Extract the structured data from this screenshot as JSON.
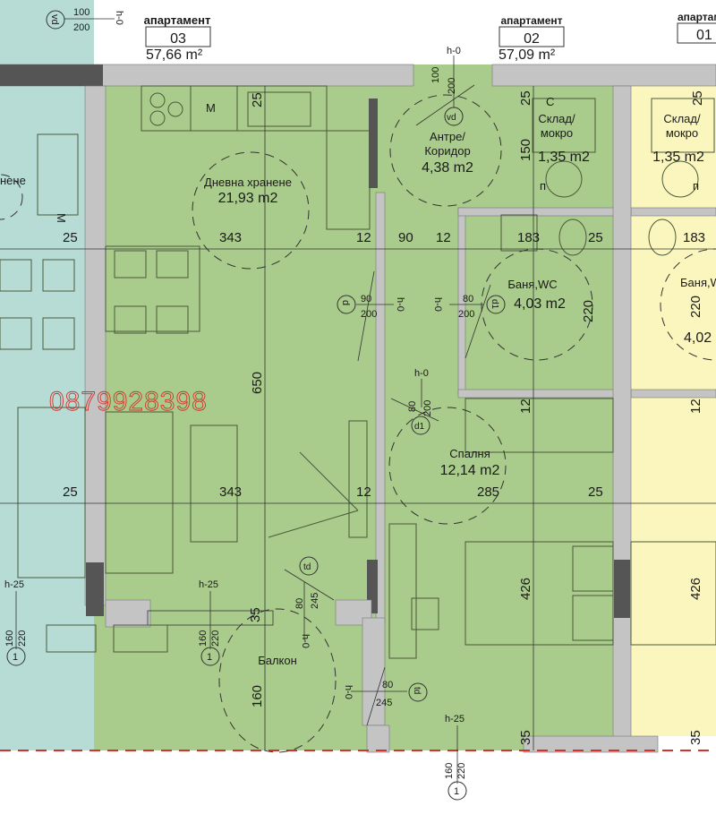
{
  "colors": {
    "apartment_03": "#a9cb8b",
    "apartment_left": "#b7dcd6",
    "apartment_01": "#fbf6bd",
    "wall": "#c4c4c4",
    "watermark": "#d0342c"
  },
  "apartments": [
    {
      "heading": "апартамент",
      "number": "03",
      "area": "57,66 m²"
    },
    {
      "heading": "апартамент",
      "number": "02",
      "area": "57,09 m²"
    },
    {
      "heading": "апартамент",
      "number": "01"
    }
  ],
  "rooms": {
    "living": {
      "name": "Дневна хранене",
      "area": "21,93 m2"
    },
    "hall": {
      "name1": "Антре/",
      "name2": "Коридор",
      "area": "4,38 m2"
    },
    "storage": {
      "mark": "С",
      "name1": "Склад/",
      "name2": "мокро",
      "area": "1,35 m2",
      "p": "п"
    },
    "storage_right": {
      "name1": "Склад/",
      "name2": "мокро",
      "area": "1,35 m2",
      "p": "п"
    },
    "bath": {
      "name": "Баня,WC",
      "area": "4,03 m2"
    },
    "bath_right": {
      "name": "Баня,W",
      "area": "4,02"
    },
    "bedroom": {
      "name": "Спалня",
      "area": "12,14 m2"
    },
    "balcony": {
      "name": "Балкон"
    },
    "left_partial": {
      "name": "нене"
    },
    "kitchen_mark": "М",
    "left_kitchen_mark": "М"
  },
  "dimensions": {
    "row1": [
      "25",
      "343",
      "12",
      "90",
      "12",
      "183",
      "25",
      "183"
    ],
    "row2": [
      "25",
      "343",
      "12",
      "285",
      "25"
    ],
    "vertical": {
      "living": "650",
      "kitchen": "25",
      "storage_top": "25",
      "storage": "150",
      "storage_right": "25",
      "bath": "220",
      "bath_right": "220",
      "bed_wall": "12",
      "bed_wall_right": "12",
      "bed": "426",
      "bed_right": "426",
      "sill_left": "35",
      "sill_bed": "35",
      "sill_right": "35",
      "balcony": "160"
    }
  },
  "doors": {
    "top_left": {
      "w": "100",
      "h": "200",
      "tag": "vd",
      "level": "h-0"
    },
    "entry": {
      "w": "100",
      "h": "200",
      "tag": "vd",
      "level": "h-0"
    },
    "living": {
      "w": "90",
      "h": "200",
      "tag": "d",
      "level": "h-0"
    },
    "bath": {
      "w": "80",
      "h": "200",
      "tag": "d1",
      "level": "h-0"
    },
    "bedroom": {
      "w": "80",
      "h": "200",
      "tag": "d1",
      "level": "h-0"
    },
    "balcony_living": {
      "w": "80",
      "h": "245",
      "tag": "td",
      "level": "h-0"
    },
    "balcony_bed": {
      "w": "80",
      "h": "245",
      "tag": "td",
      "level": "h-0"
    }
  },
  "windows": [
    {
      "level": "h-25",
      "w": "160",
      "h": "220",
      "tag": "1"
    },
    {
      "level": "h-25",
      "w": "160",
      "h": "220",
      "tag": "1"
    },
    {
      "level": "h-25",
      "w": "160",
      "h": "220",
      "tag": "1"
    }
  ],
  "watermark": "0879928398"
}
